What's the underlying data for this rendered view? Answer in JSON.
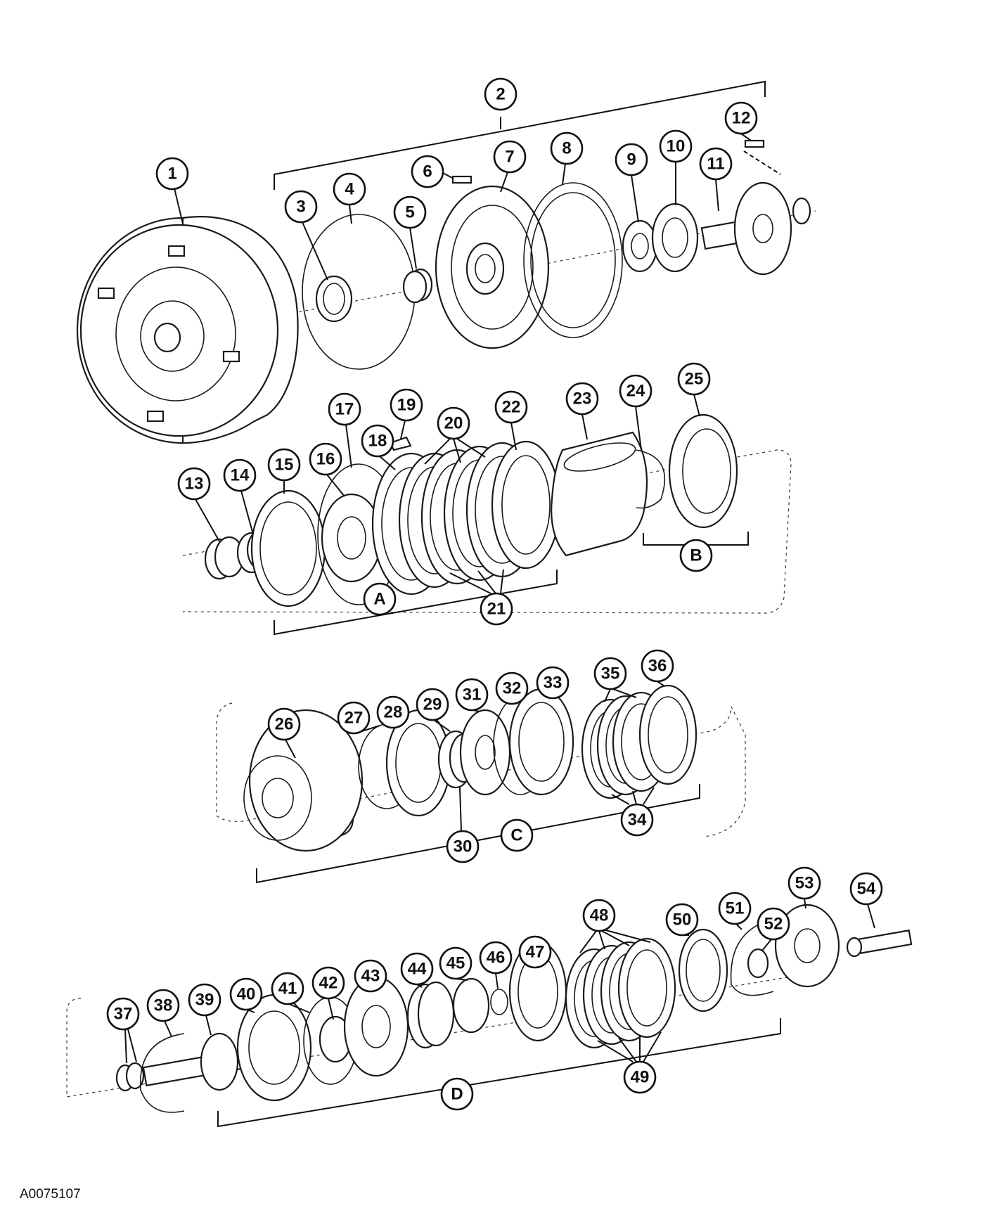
{
  "figure_id": "A0075107",
  "callouts": {
    "c1": "1",
    "c2": "2",
    "c3": "3",
    "c4": "4",
    "c5": "5",
    "c6": "6",
    "c7": "7",
    "c8": "8",
    "c9": "9",
    "c10": "10",
    "c11": "11",
    "c12": "12",
    "c13": "13",
    "c14": "14",
    "c15": "15",
    "c16": "16",
    "c17": "17",
    "c18": "18",
    "c19": "19",
    "c20": "20",
    "c21": "21",
    "c22": "22",
    "c23": "23",
    "c24": "24",
    "c25": "25",
    "c26": "26",
    "c27": "27",
    "c28": "28",
    "c29": "29",
    "c30": "30",
    "c31": "31",
    "c32": "32",
    "c33": "33",
    "c34": "34",
    "c35": "35",
    "c36": "36",
    "c37": "37",
    "c38": "38",
    "c39": "39",
    "c40": "40",
    "c41": "41",
    "c42": "42",
    "c43": "43",
    "c44": "44",
    "c45": "45",
    "c46": "46",
    "c47": "47",
    "c48": "48",
    "c49": "49",
    "c50": "50",
    "c51": "51",
    "c52": "52",
    "c53": "53",
    "c54": "54",
    "cA": "A",
    "cB": "B",
    "cC": "C",
    "cD": "D"
  }
}
